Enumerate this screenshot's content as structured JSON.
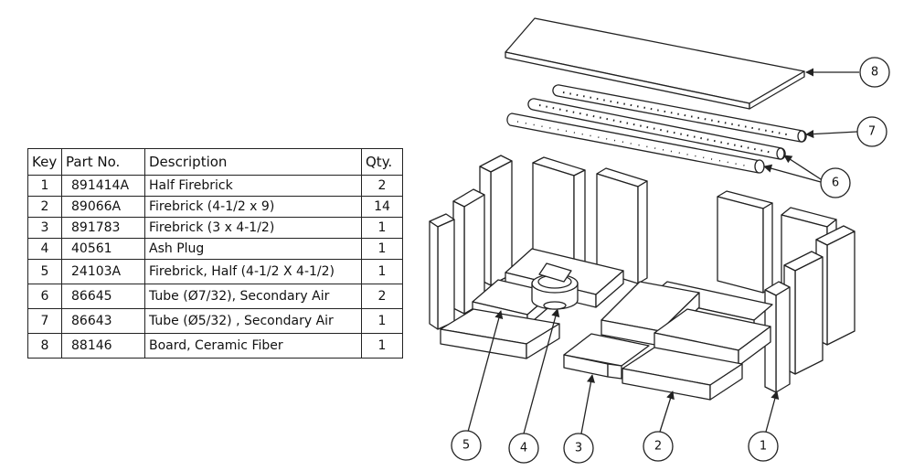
{
  "table": {
    "headers": {
      "key": "Key",
      "part_no": "Part No.",
      "description": "Description",
      "qty": "Qty."
    },
    "rows": [
      {
        "key": "1",
        "part_no": "891414A",
        "description": "Half Firebrick",
        "qty": "2"
      },
      {
        "key": "2",
        "part_no": "89066A",
        "description": "Firebrick (4-1/2 x 9)",
        "qty": "14"
      },
      {
        "key": "3",
        "part_no": "891783",
        "description": "Firebrick (3 x 4-1/2)",
        "qty": "1"
      },
      {
        "key": "4",
        "part_no": "40561",
        "description": "Ash Plug",
        "qty": "1"
      },
      {
        "key": "5",
        "part_no": "24103A",
        "description": "Firebrick, Half (4-1/2 X 4-1/2)",
        "qty": "1"
      },
      {
        "key": "6",
        "part_no": "86645",
        "description": "Tube (Ø7/32), Secondary Air",
        "qty": "2"
      },
      {
        "key": "7",
        "part_no": "86643",
        "description": "Tube (Ø5/32) , Secondary Air",
        "qty": "1"
      },
      {
        "key": "8",
        "part_no": "88146",
        "description": "Board, Ceramic Fiber",
        "qty": "1"
      }
    ]
  },
  "callouts": {
    "c1": "1",
    "c2": "2",
    "c3": "3",
    "c4": "4",
    "c5": "5",
    "c6": "6",
    "c7": "7",
    "c8": "8"
  },
  "colors": {
    "line": "#222222",
    "fill": "#ffffff"
  }
}
